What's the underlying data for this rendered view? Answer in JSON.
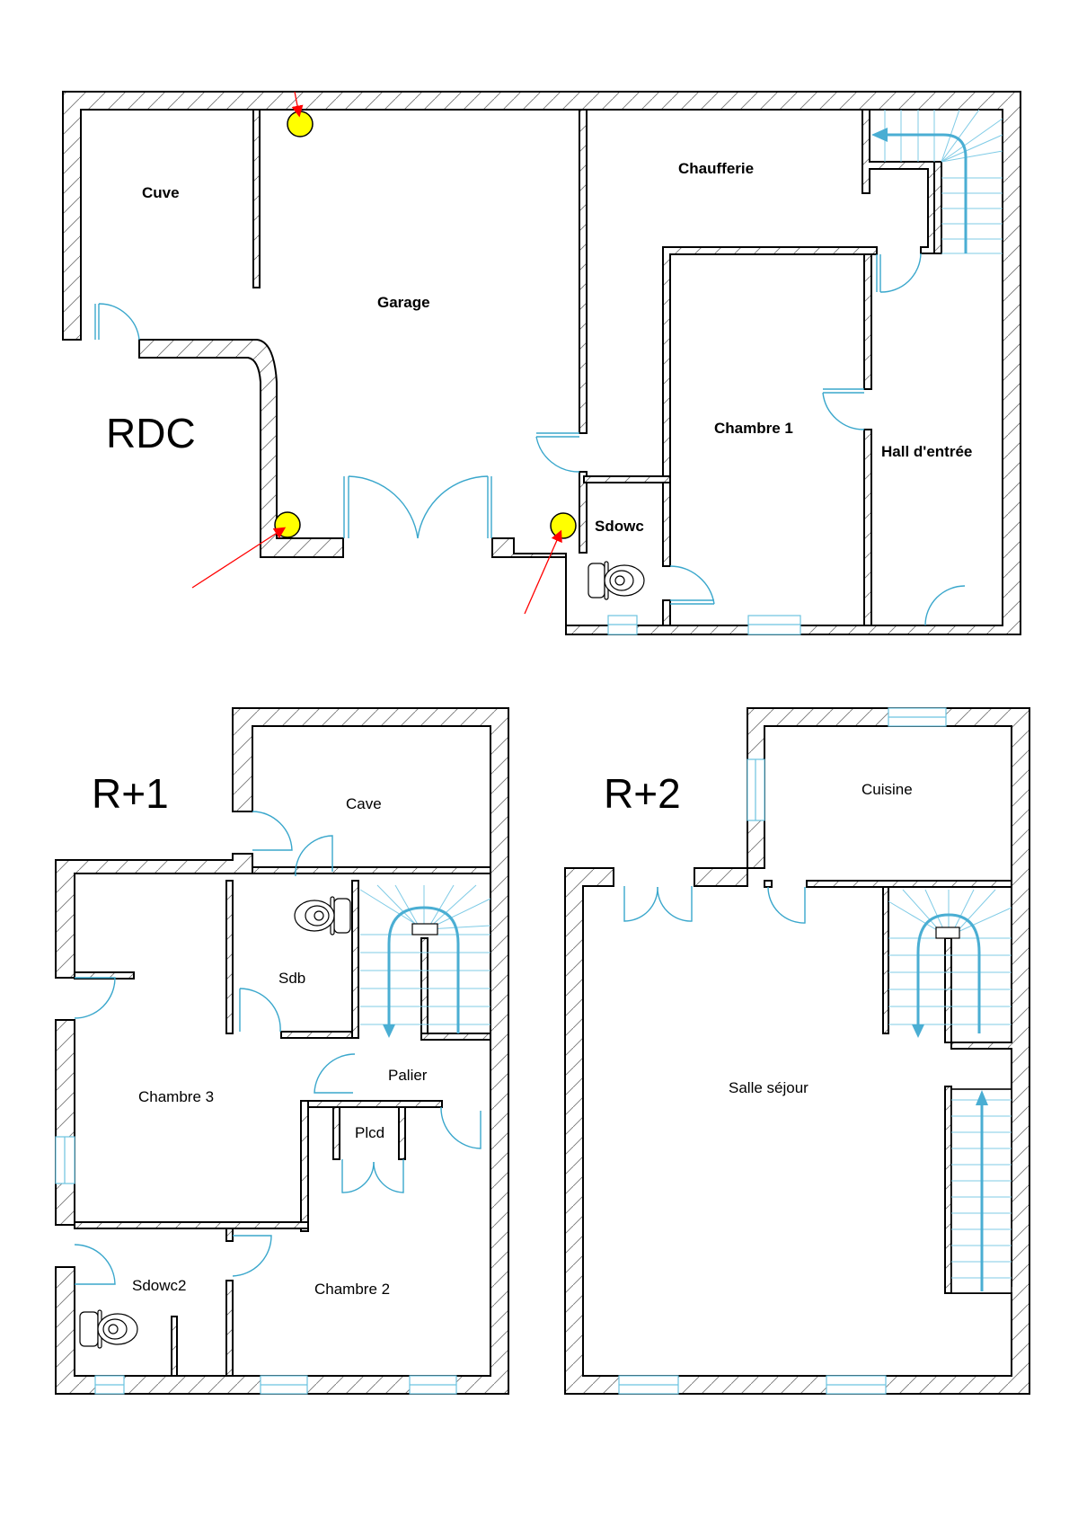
{
  "plan": {
    "floors": [
      {
        "name": "RDC",
        "rooms": [
          "Cuve",
          "Garage",
          "Chaufferie",
          "Chambre 1",
          "Hall d'entrée",
          "Sdowc"
        ],
        "markers": 3
      },
      {
        "name": "R+1",
        "rooms": [
          "Cave",
          "Sdb",
          "Palier",
          "Chambre 3",
          "Plcd",
          "Sdowc2",
          "Chambre 2"
        ]
      },
      {
        "name": "R+2",
        "rooms": [
          "Cuisine",
          "Salle séjour"
        ]
      }
    ]
  },
  "colors": {
    "walls": "#000000",
    "doors_windows": "#3aa7cc",
    "stairs": "#4aaed3",
    "marker_fill": "#ffff00",
    "marker_arrow": "#ff0000"
  }
}
